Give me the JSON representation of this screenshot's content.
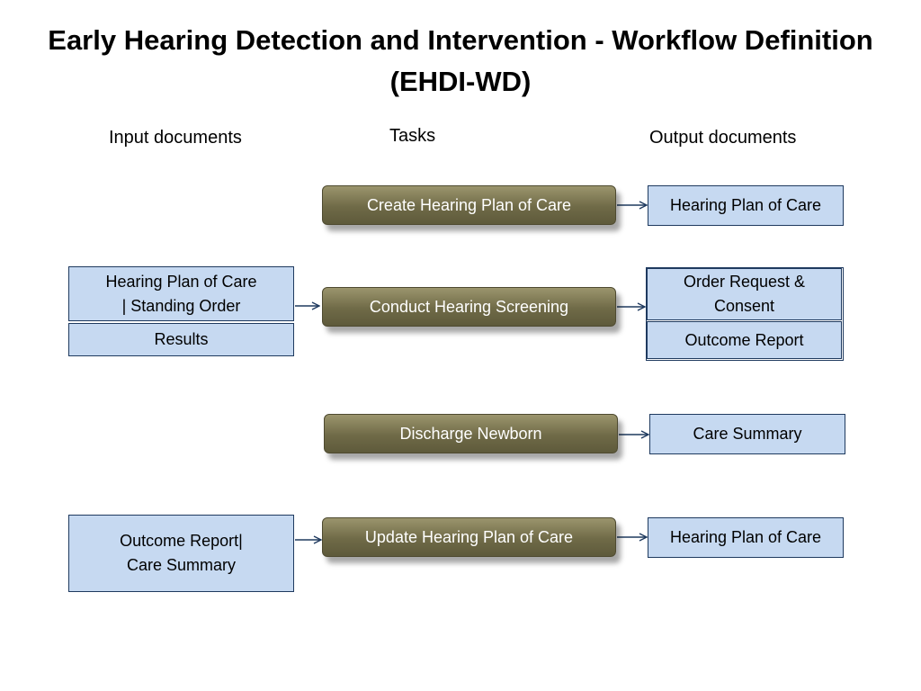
{
  "title": "Early Hearing Detection and Intervention - Workflow Definition (EHDI-WD)",
  "columns": {
    "input": "Input documents",
    "tasks": "Tasks",
    "output": "Output documents"
  },
  "rows": [
    {
      "task": "Create Hearing Plan of Care",
      "inputs": [],
      "outputs": [
        "Hearing Plan of Care"
      ]
    },
    {
      "task": "Conduct Hearing Screening",
      "inputs": [
        [
          "Hearing Plan of Care",
          "| Standing Order"
        ],
        [
          "Results"
        ]
      ],
      "outputs": [
        [
          "Order Request &",
          "Consent"
        ],
        [
          "Outcome Report"
        ]
      ]
    },
    {
      "task": "Discharge Newborn",
      "inputs": [],
      "outputs": [
        "Care Summary"
      ]
    },
    {
      "task": "Update Hearing Plan of Care",
      "inputs": [
        [
          "Outcome Report|",
          "Care Summary"
        ]
      ],
      "outputs": [
        "Hearing Plan of Care"
      ]
    }
  ],
  "colors": {
    "doc_fill": "#c6d9f1",
    "doc_border": "#1f3a5f",
    "task_fill": "#6f6a47",
    "arrow": "#1f3a5f"
  }
}
